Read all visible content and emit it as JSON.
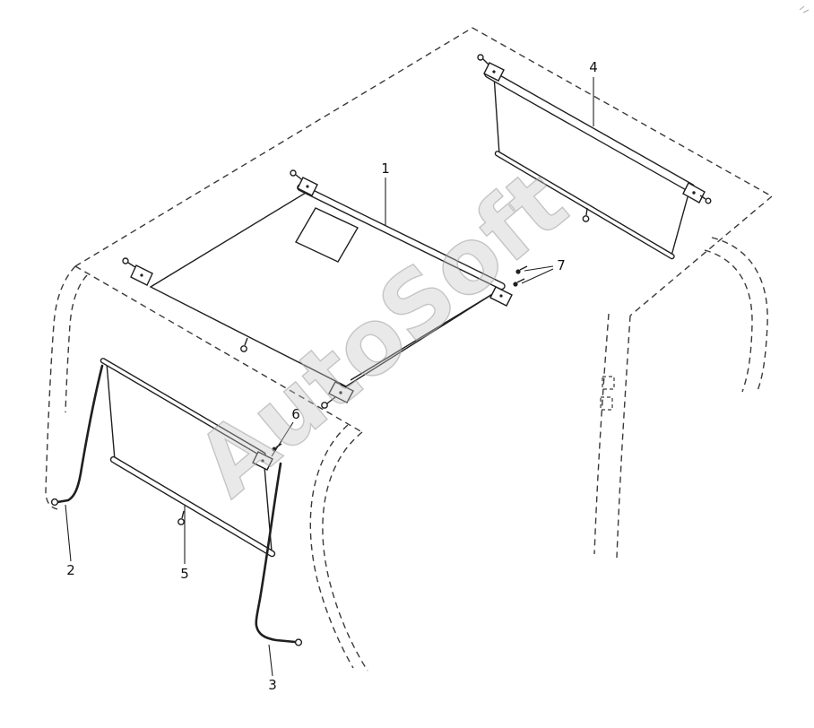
{
  "diagram": {
    "watermark": "AutoSoft",
    "labels": {
      "l1": "1",
      "l2": "2",
      "l3": "3",
      "l4": "4",
      "l5": "5",
      "l6": "6",
      "l7": "7"
    },
    "colors": {
      "line": "#1f1f1f",
      "dashed_line": "#3a3a3a",
      "watermark": "#c6c6c6",
      "background": "#ffffff"
    }
  }
}
